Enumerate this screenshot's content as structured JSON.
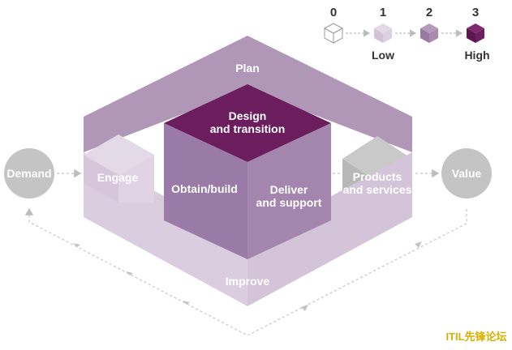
{
  "diagram": {
    "activities": {
      "plan": "Plan",
      "design_transition_line1": "Design",
      "design_transition_line2": "and transition",
      "obtain_build": "Obtain/build",
      "deliver_support_line1": "Deliver",
      "deliver_support_line2": "and support",
      "engage": "Engage",
      "improve": "Improve"
    },
    "inputs": {
      "demand": "Demand"
    },
    "outputs": {
      "value": "Value",
      "products_line1": "Products",
      "products_line2": "and services"
    }
  },
  "legend": {
    "levels": [
      {
        "number": "0",
        "word": "",
        "color": "#ffffff"
      },
      {
        "number": "1",
        "word": "Low",
        "color": "#d9cbdc"
      },
      {
        "number": "2",
        "word": "",
        "color": "#a588a8"
      },
      {
        "number": "3",
        "word": "High",
        "color": "#6b1e5e"
      }
    ]
  },
  "colors": {
    "plan": "#b097b7",
    "design": "#6b1d5e",
    "obtain": "#9a7aa6",
    "deliver": "#a284ad",
    "engage": "#d8c9dd",
    "improve": "#d9cbdf",
    "grey": "#c4c4c4"
  },
  "watermark": "ITIL先锋论坛"
}
